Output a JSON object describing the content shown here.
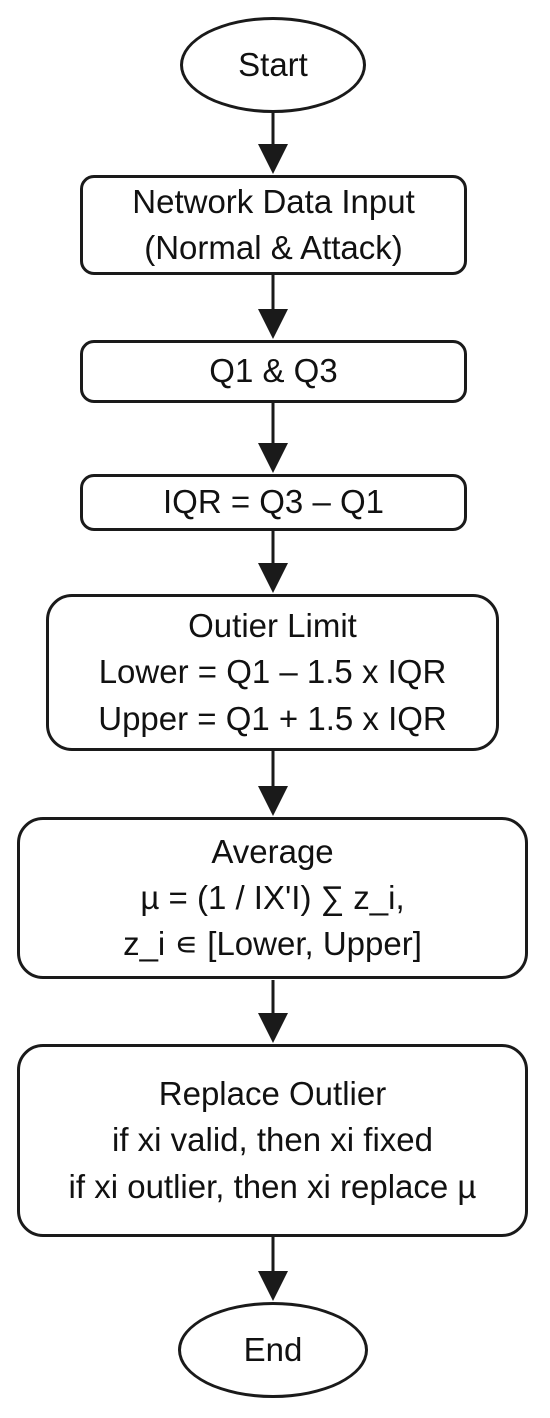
{
  "flowchart": {
    "start": {
      "label": "Start"
    },
    "input": {
      "lines": [
        "Network Data Input",
        "(Normal & Attack)"
      ]
    },
    "quartiles": {
      "lines": [
        "Q1 & Q3"
      ]
    },
    "iqr": {
      "lines": [
        "IQR = Q3 – Q1"
      ]
    },
    "outlier_limit": {
      "lines": [
        "Outier Limit",
        "Lower = Q1 – 1.5 x IQR",
        "Upper = Q1 + 1.5 x IQR"
      ]
    },
    "average": {
      "lines": [
        "Average",
        "µ = (1 / IX'I) ∑ z_i,",
        "z_i ∊ [Lower, Upper]"
      ]
    },
    "replace": {
      "lines": [
        "Replace Outlier",
        "if xi valid, then xi fixed",
        "if xi outlier, then xi replace µ"
      ]
    },
    "end": {
      "label": "End"
    },
    "colors": {
      "stroke": "#1a1a1a",
      "fill": "#ffffff",
      "text": "#111111"
    }
  }
}
